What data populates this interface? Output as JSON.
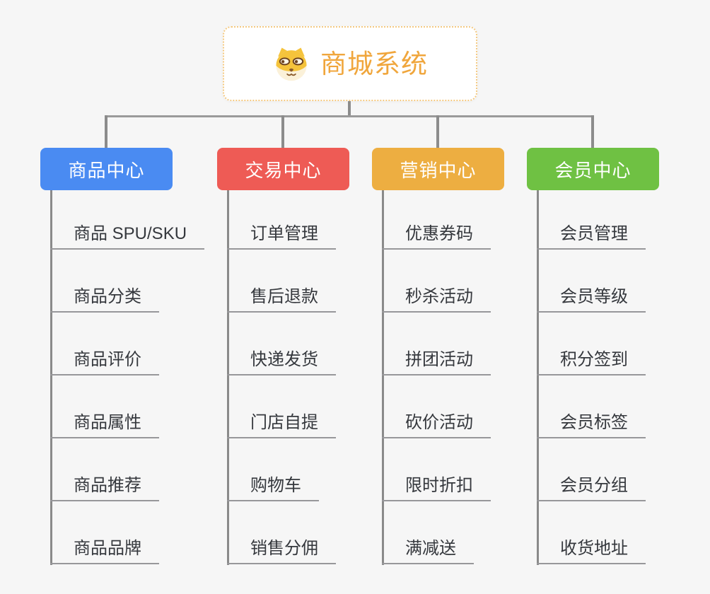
{
  "canvas": {
    "background": "#f6f6f6",
    "connector_color": "#8c8c8c"
  },
  "root": {
    "label": "商城系统",
    "icon": "dog-face-icon",
    "text_color": "#f0a63c",
    "border_color": "#f4c981"
  },
  "branches": [
    {
      "label": "商品中心",
      "color": "#4a8bf2",
      "children": [
        "商品 SPU/SKU",
        "商品分类",
        "商品评价",
        "商品属性",
        "商品推荐",
        "商品品牌"
      ]
    },
    {
      "label": "交易中心",
      "color": "#ee5b55",
      "children": [
        "订单管理",
        "售后退款",
        "快递发货",
        "门店自提",
        "购物车",
        "销售分佣"
      ]
    },
    {
      "label": "营销中心",
      "color": "#edae41",
      "children": [
        "优惠券码",
        "秒杀活动",
        "拼团活动",
        "砍价活动",
        "限时折扣",
        "满减送"
      ]
    },
    {
      "label": "会员中心",
      "color": "#6fc143",
      "children": [
        "会员管理",
        "会员等级",
        "积分签到",
        "会员标签",
        "会员分组",
        "收货地址"
      ]
    }
  ]
}
